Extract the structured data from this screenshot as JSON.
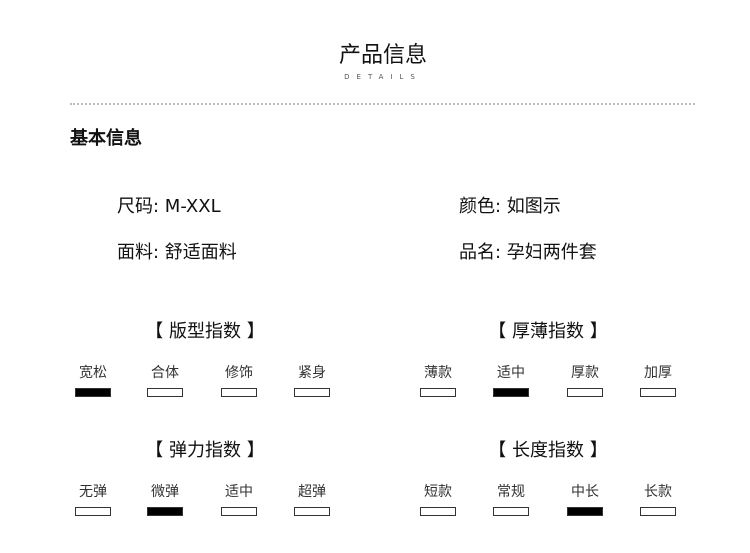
{
  "header": {
    "title": "产品信息",
    "subtitle": "DETAILS"
  },
  "section": {
    "title": "基本信息"
  },
  "fields": [
    {
      "label": "尺码",
      "value": "M-XXL"
    },
    {
      "label": "颜色",
      "value": "如图示"
    },
    {
      "label": "面料",
      "value": "舒适面料"
    },
    {
      "label": "品名",
      "value": "孕妇两件套"
    }
  ],
  "indices": [
    {
      "title": "【 版型指数 】",
      "options": [
        "宽松",
        "合体",
        "修饰",
        "紧身"
      ],
      "selected": 0
    },
    {
      "title": "【 厚薄指数 】",
      "options": [
        "薄款",
        "适中",
        "厚款",
        "加厚"
      ],
      "selected": 1
    },
    {
      "title": "【 弹力指数 】",
      "options": [
        "无弹",
        "微弹",
        "适中",
        "超弹"
      ],
      "selected": 1
    },
    {
      "title": "【 长度指数 】",
      "options": [
        "短款",
        "常规",
        "中长",
        "长款"
      ],
      "selected": 2
    }
  ]
}
